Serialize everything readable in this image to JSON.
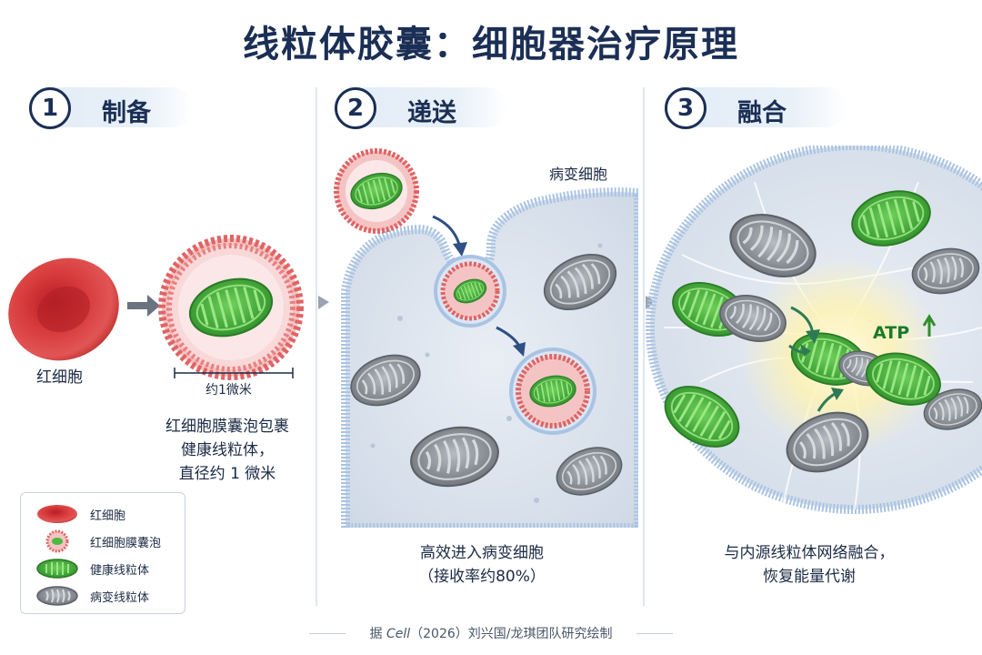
{
  "title": "线粒体胶囊：细胞器治疗原理",
  "steps": [
    {
      "number": "1",
      "label": "制备"
    },
    {
      "number": "2",
      "label": "递送"
    },
    {
      "number": "3",
      "label": "融合"
    }
  ],
  "panel1": {
    "rbc_label": "红细胞",
    "scale_label": "约1微米",
    "caption_lines": [
      "红细胞膜囊泡包裹",
      "健康线粒体，",
      "直径约 1 微米"
    ]
  },
  "panel2": {
    "cell_label": "病变细胞",
    "caption_lines": [
      "高效进入病变细胞",
      "（接收率约80%）"
    ]
  },
  "panel3": {
    "atp_label": "ATP",
    "caption_lines": [
      "与内源线粒体网络融合，",
      "恢复能量代谢"
    ]
  },
  "legend": [
    {
      "icon": "red-blood-cell-icon",
      "label": "红细胞"
    },
    {
      "icon": "rbc-vesicle-icon",
      "label": "红细胞膜囊泡"
    },
    {
      "icon": "healthy-mitochondria-icon",
      "label": "健康线粒体"
    },
    {
      "icon": "diseased-mitochondria-icon",
      "label": "病变线粒体"
    }
  ],
  "footer": {
    "prefix": "据 ",
    "journal": "Cell",
    "suffix": "（2026）刘兴国/龙琪团队研究绘制"
  },
  "colors": {
    "title": "#1b2f55",
    "rbc_red": "#d63a3a",
    "membrane_red": "#e06464",
    "healthy_green": "#4fb83f",
    "diseased_gray": "#8b8f96",
    "cell_membrane_blue": "#a9c3e3"
  }
}
